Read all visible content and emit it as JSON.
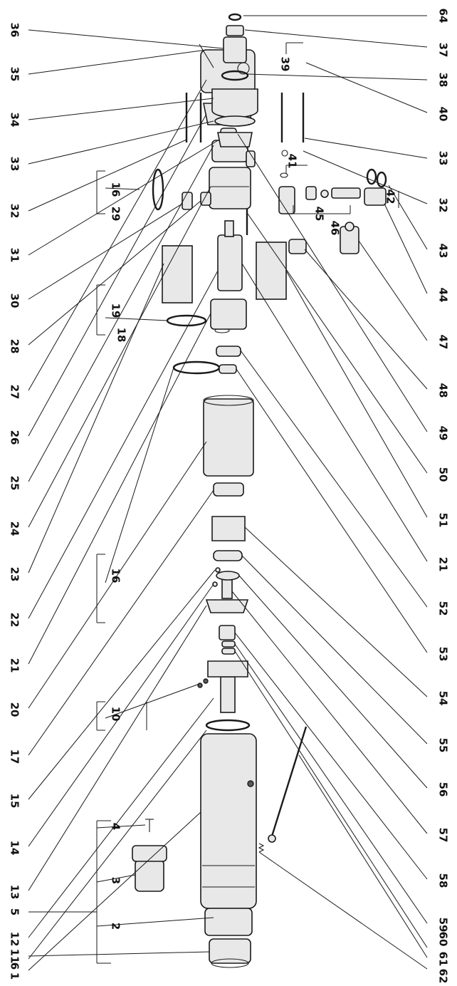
{
  "figure": {
    "callouts": [
      {
        "id": "c64",
        "text": "64"
      },
      {
        "id": "c37",
        "text": "37"
      },
      {
        "id": "c38",
        "text": "38"
      },
      {
        "id": "c40",
        "text": "40"
      },
      {
        "id": "c33r",
        "text": "33"
      },
      {
        "id": "c32r",
        "text": "32"
      },
      {
        "id": "c43",
        "text": "43"
      },
      {
        "id": "c44",
        "text": "44"
      },
      {
        "id": "c47",
        "text": "47"
      },
      {
        "id": "c48",
        "text": "48"
      },
      {
        "id": "c49",
        "text": "49"
      },
      {
        "id": "c50",
        "text": "50"
      },
      {
        "id": "c51",
        "text": "51"
      },
      {
        "id": "c21r",
        "text": "21"
      },
      {
        "id": "c52",
        "text": "52"
      },
      {
        "id": "c53",
        "text": "53"
      },
      {
        "id": "c54",
        "text": "54"
      },
      {
        "id": "c55",
        "text": "55"
      },
      {
        "id": "c56",
        "text": "56"
      },
      {
        "id": "c57",
        "text": "57"
      },
      {
        "id": "c58",
        "text": "58"
      },
      {
        "id": "c59",
        "text": "59"
      },
      {
        "id": "c60",
        "text": "60"
      },
      {
        "id": "c61",
        "text": "61"
      },
      {
        "id": "c62",
        "text": "62"
      },
      {
        "id": "c36",
        "text": "36"
      },
      {
        "id": "c35",
        "text": "35"
      },
      {
        "id": "c34",
        "text": "34"
      },
      {
        "id": "c33l",
        "text": "33"
      },
      {
        "id": "c32l",
        "text": "32"
      },
      {
        "id": "c31",
        "text": "31"
      },
      {
        "id": "c30",
        "text": "30"
      },
      {
        "id": "c28",
        "text": "28"
      },
      {
        "id": "c27",
        "text": "27"
      },
      {
        "id": "c26",
        "text": "26"
      },
      {
        "id": "c25",
        "text": "25"
      },
      {
        "id": "c24",
        "text": "24"
      },
      {
        "id": "c23",
        "text": "23"
      },
      {
        "id": "c22",
        "text": "22"
      },
      {
        "id": "c21l",
        "text": "21"
      },
      {
        "id": "c20",
        "text": "20"
      },
      {
        "id": "c17",
        "text": "17"
      },
      {
        "id": "c15",
        "text": "15"
      },
      {
        "id": "c14",
        "text": "14"
      },
      {
        "id": "c13",
        "text": "13"
      },
      {
        "id": "c12",
        "text": "12"
      },
      {
        "id": "c11",
        "text": "11"
      },
      {
        "id": "c6",
        "text": "6"
      },
      {
        "id": "c5",
        "text": "5"
      },
      {
        "id": "c1",
        "text": "1"
      },
      {
        "id": "c16a",
        "text": "16"
      },
      {
        "id": "c29",
        "text": "29"
      },
      {
        "id": "c39",
        "text": "39"
      },
      {
        "id": "c41",
        "text": "41"
      },
      {
        "id": "c42",
        "text": "42"
      },
      {
        "id": "c45",
        "text": "45"
      },
      {
        "id": "c46",
        "text": "46"
      },
      {
        "id": "c19",
        "text": "19"
      },
      {
        "id": "c18",
        "text": "18"
      },
      {
        "id": "c16b",
        "text": "16"
      },
      {
        "id": "c10",
        "text": "10"
      },
      {
        "id": "c4",
        "text": "4"
      },
      {
        "id": "c3",
        "text": "3"
      },
      {
        "id": "c2",
        "text": "2"
      }
    ]
  }
}
